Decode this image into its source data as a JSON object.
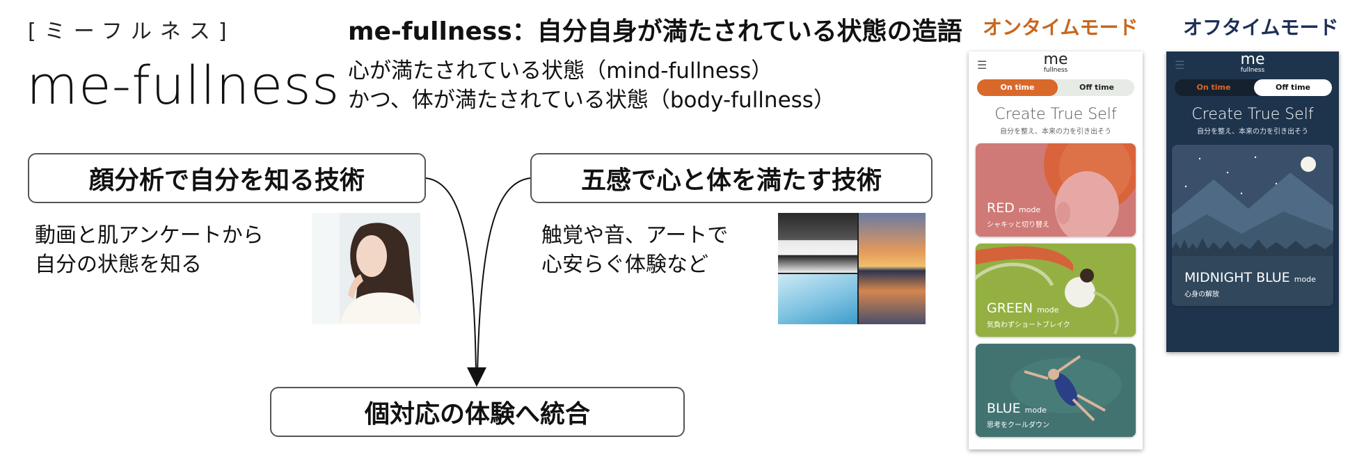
{
  "logo": {
    "kana": "[ミーフルネス]",
    "word": "me-fullness"
  },
  "headline": {
    "brand": "me-fullness",
    "colon": "：",
    "tail": "自分自身が満たされている状態の造語"
  },
  "subtitles": {
    "line1": "心が満たされている状態（mind-fullness）",
    "line2": "かつ、体が満たされている状態（body-fullness）"
  },
  "face_tech": {
    "title": "顔分析で自分を知る技術",
    "desc_line1": "動画と肌アンケートから",
    "desc_line2": "自分の状態を知る"
  },
  "senses_tech": {
    "title": "五感で心と体を満たす技術",
    "desc_line1": "触覚や音、アートで",
    "desc_line2": "心安らぐ体験など"
  },
  "integration": {
    "title": "個対応の体験へ統合"
  },
  "on_mode": {
    "heading": "オンタイムモード",
    "app": {
      "logo_main": "me",
      "logo_sub": "fullness",
      "toggle_on": "On time",
      "toggle_off": "Off time",
      "title": "Create True Self",
      "tagline": "自分を整え、本来の力を引き出そう",
      "cards": [
        {
          "name": "RED",
          "suffix": "mode",
          "desc": "シャキッと切り替え"
        },
        {
          "name": "GREEN",
          "suffix": "mode",
          "desc": "気負わずショートブレイク"
        },
        {
          "name": "BLUE",
          "suffix": "mode",
          "desc": "思考をクールダウン"
        }
      ]
    }
  },
  "off_mode": {
    "heading": "オフタイムモード",
    "app": {
      "logo_main": "me",
      "logo_sub": "fullness",
      "toggle_on": "On time",
      "toggle_off": "Off time",
      "title": "Create True Self",
      "tagline": "自分を整え、本来の力を引き出そう",
      "cards": [
        {
          "name": "MIDNIGHT BLUE",
          "suffix": "mode",
          "desc": "心身の解放"
        }
      ]
    }
  },
  "colors": {
    "on_accent": "#d9692a",
    "off_accent": "#1d2f56",
    "box_border": "#555555"
  }
}
